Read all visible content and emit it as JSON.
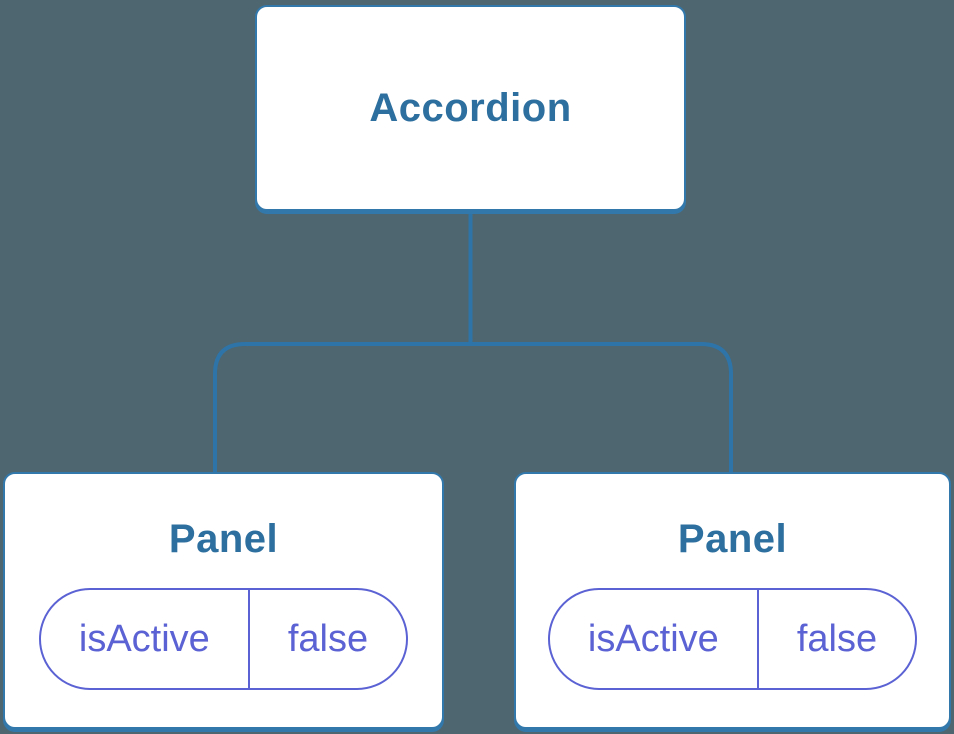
{
  "diagram": {
    "type": "component-tree",
    "root": {
      "label": "Accordion"
    },
    "children": [
      {
        "label": "Panel",
        "state": {
          "key": "isActive",
          "value": "false"
        }
      },
      {
        "label": "Panel",
        "state": {
          "key": "isActive",
          "value": "false"
        }
      }
    ],
    "colors": {
      "background": "#4D6670",
      "node_bg": "#FFFFFF",
      "node_border": "#3378AB",
      "node_text": "#2D6F9E",
      "connector": "#2E74A8",
      "state_accent": "#5B62D3"
    }
  }
}
